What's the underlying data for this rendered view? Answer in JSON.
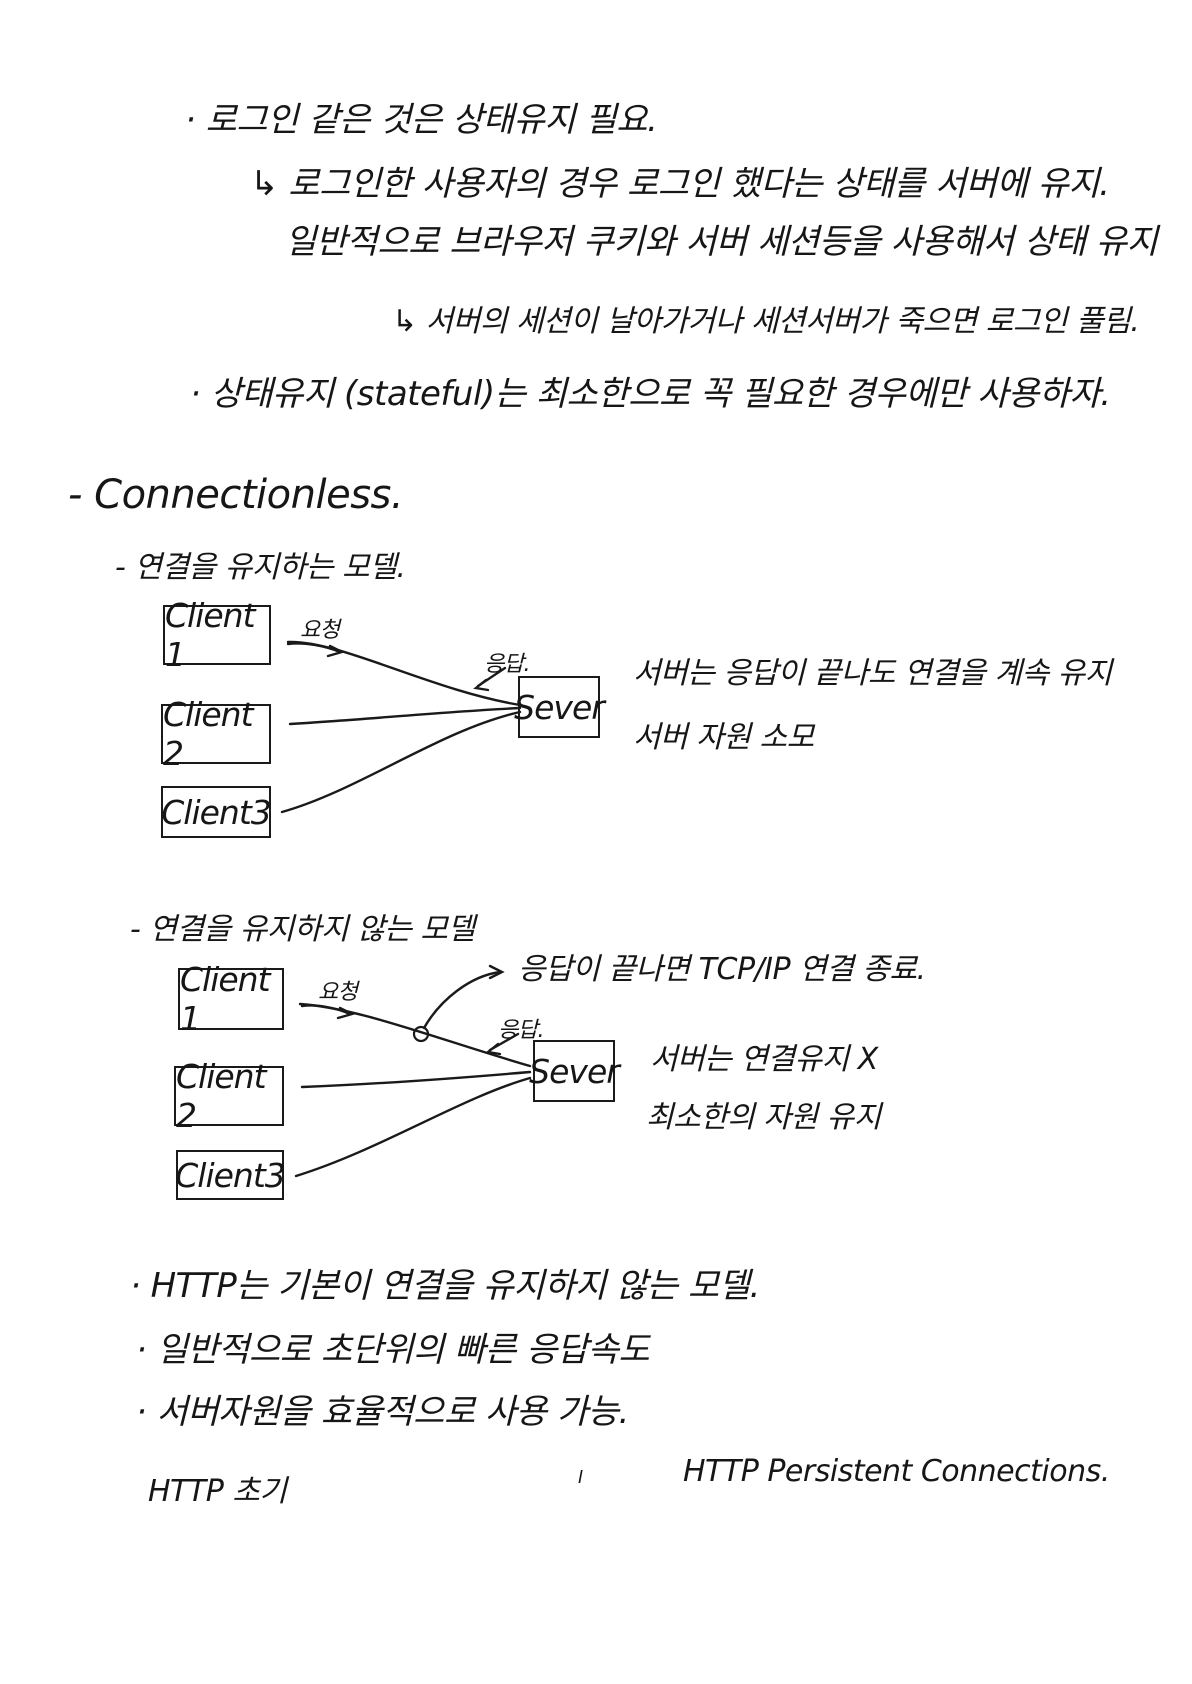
{
  "notes": {
    "line1": "· 로그인 같은 것은 상태유지 필요.",
    "line2": "↳ 로그인한 사용자의 경우 로그인 했다는 상태를 서버에 유지.",
    "line3": "일반적으로 브라우저 쿠키와 서버 세션등을 사용해서 상태 유지",
    "line4": "↳ 서버의 세션이 날아가거나 세션서버가 죽으면 로그인 풀림.",
    "line5": "· 상태유지 (stateful)는 최소한으로 꼭 필요한 경우에만 사용하자."
  },
  "section": {
    "title": "- Connectionless.",
    "model1_heading": "- 연결을 유지하는 모델.",
    "model2_heading": "- 연결을 유지하지 않는 모델"
  },
  "diagram1": {
    "clients": [
      "Client 1",
      "Client 2",
      "Client3"
    ],
    "server": "Sever",
    "request_label": "요청",
    "response_label": "응답.",
    "note_line1": "서버는 응답이 끝나도 연결을 계속 유지",
    "note_line2": "서버 자원 소모"
  },
  "diagram2": {
    "clients": [
      "Client 1",
      "Client 2",
      "Client3"
    ],
    "server": "Sever",
    "request_label": "요청",
    "response_label": "응답.",
    "end_label": "응답이 끝나면 TCP/IP 연결 종료.",
    "note_line1": "서버는 연결유지 X",
    "note_line2": "최소한의 자원 유지"
  },
  "summary": {
    "line1": "· HTTP는 기본이 연결을 유지하지 않는 모델.",
    "line2": "· 일반적으로 초단위의 빠른 응답속도",
    "line3": "· 서버자원을 효율적으로 사용 가능."
  },
  "footer": {
    "left": "HTTP 초기",
    "right": "HTTP Persistent Connections."
  }
}
